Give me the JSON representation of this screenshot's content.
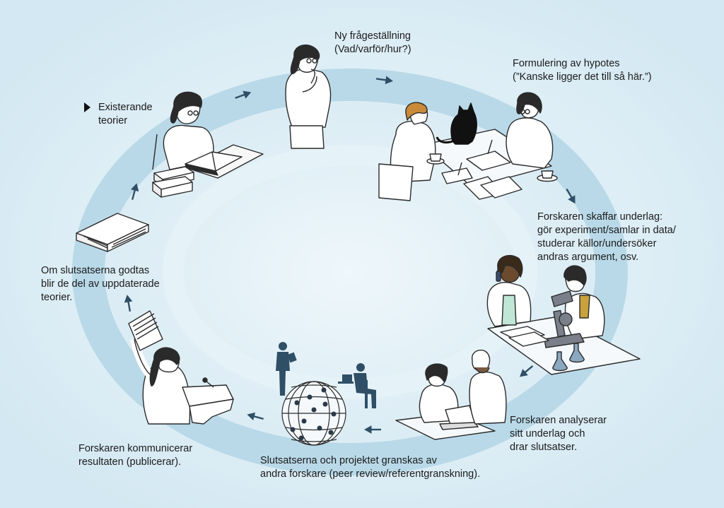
{
  "steps": [
    {
      "id": "new-question",
      "lines": [
        "Ny frågeställning",
        "(Vad/varför/hur?)"
      ]
    },
    {
      "id": "hypothesis",
      "lines": [
        "Formulering av hypotes",
        "(”Kanske ligger det till så här.”)"
      ]
    },
    {
      "id": "gather-evidence",
      "lines": [
        "Forskaren skaffar underlag:",
        "gör experiment/samlar in data/",
        "studerar källor/undersöker",
        "andras argument, osv."
      ]
    },
    {
      "id": "analyze",
      "lines": [
        "Forskaren analyserar",
        "sitt underlag och",
        "drar slutsatser."
      ]
    },
    {
      "id": "peer-review",
      "lines": [
        "Slutsatserna och projektet granskas av",
        "andra forskare (peer review/referentgranskning)."
      ]
    },
    {
      "id": "publish",
      "lines": [
        "Forskaren kommunicerar",
        "resultaten (publicerar)."
      ]
    },
    {
      "id": "accepted",
      "lines": [
        "Om slutsatserna godtas",
        "blir de del av uppdaterade",
        "teorier."
      ]
    },
    {
      "id": "existing-theories",
      "lines": [
        "Existerande",
        "teorier"
      ],
      "start_marker": true
    }
  ],
  "colors": {
    "background": "#dcedf5",
    "ring": "#b7d8e7",
    "arrow": "#2f4f66",
    "figure_outline": "#2b2b2b",
    "figure_fill": "#ffffff",
    "hair": "#2a2a2a",
    "accent_green": "#bfe6d6",
    "equipment": "#7a7f8a",
    "cat": "#111111"
  },
  "icons": [
    "arrow-icon",
    "start-marker-icon",
    "book-icon",
    "globe-icon",
    "cat-icon",
    "microscope-icon",
    "flask-icon",
    "laptop-icon",
    "phone-icon",
    "coffee-cup-icon",
    "paper-icon"
  ]
}
